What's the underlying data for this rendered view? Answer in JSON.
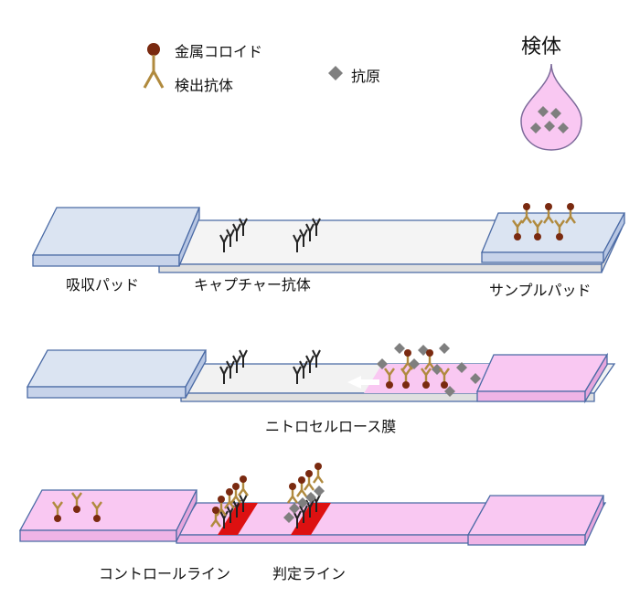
{
  "legend": {
    "gold_colloid": "金属コロイド",
    "detection_antibody": "検出抗体",
    "antigen": "抗原"
  },
  "sample_label": "検体",
  "stage1": {
    "absorbent_pad": "吸収パッド",
    "capture_antibody": "キャプチャー抗体",
    "sample_pad": "サンプルパッド"
  },
  "stage2": {
    "membrane": "ニトロセルロース膜"
  },
  "stage3": {
    "control_line": "コントロールライン",
    "test_line": "判定ライン"
  },
  "colors": {
    "absorbent_pad": "#dbe4f2",
    "sample_pad_initial": "#dbe4f2",
    "sample_pad_wet": "#f9c8f2",
    "membrane": "#f2f2f2",
    "membrane_wet": "#f9c8f2",
    "pad_outline": "#4a6aa5",
    "colloid": "#7a2a10",
    "detection_antibody": "#b08a3e",
    "capture_antibody": "#222222",
    "antigen": "#7f7f7f",
    "line_red": "#dd1111"
  }
}
